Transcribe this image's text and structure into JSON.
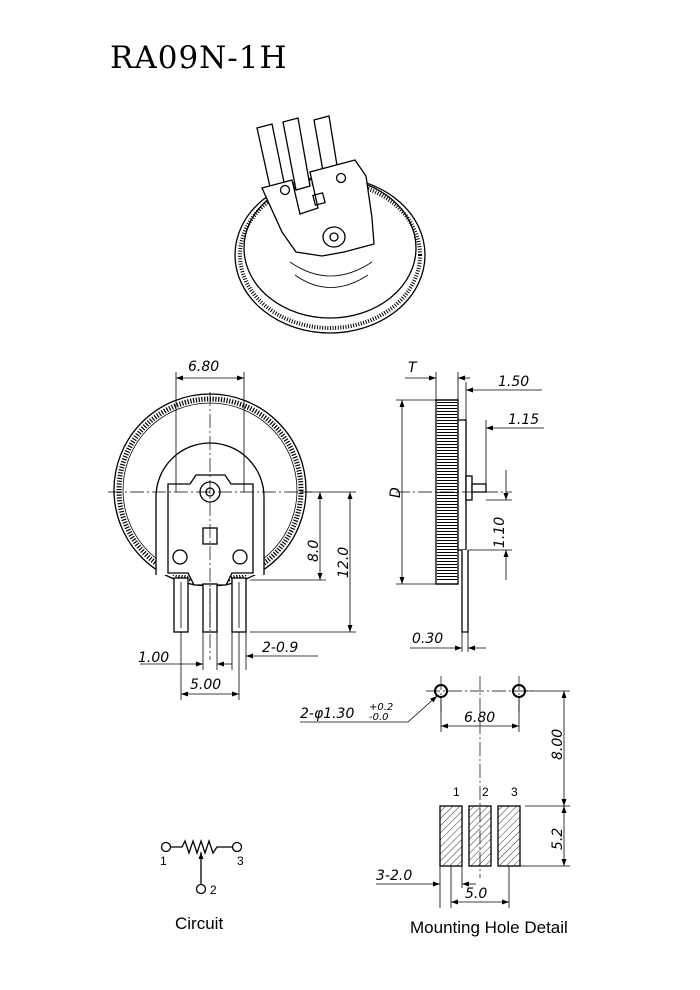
{
  "title": "RA09N-1H",
  "front_view": {
    "width_top": "6.80",
    "height_inner": "8.0",
    "height_total": "12.0",
    "pin_width_label": "1.00",
    "pin_pitch_label": "5.00",
    "pin_count_label": "2-0.9"
  },
  "side_view": {
    "thickness": "T",
    "diameter": "D",
    "dim_a": "1.50",
    "dim_b": "1.15",
    "dim_c": "1.10",
    "plate": "0.30"
  },
  "mounting": {
    "hole_label": "2-φ1.30",
    "tol_plus": "+0.2",
    "tol_minus": "-0.0",
    "hole_spacing": "6.80",
    "hole_offset": "8.00",
    "pad_height": "5.2",
    "pad_width": "3-2.0",
    "pad_pitch": "5.0",
    "pin_labels": [
      "1",
      "2",
      "3"
    ],
    "caption": "Mounting Hole Detail"
  },
  "circuit": {
    "caption": "Circuit",
    "terminal_1": "1",
    "terminal_2": "2",
    "terminal_3": "3"
  }
}
